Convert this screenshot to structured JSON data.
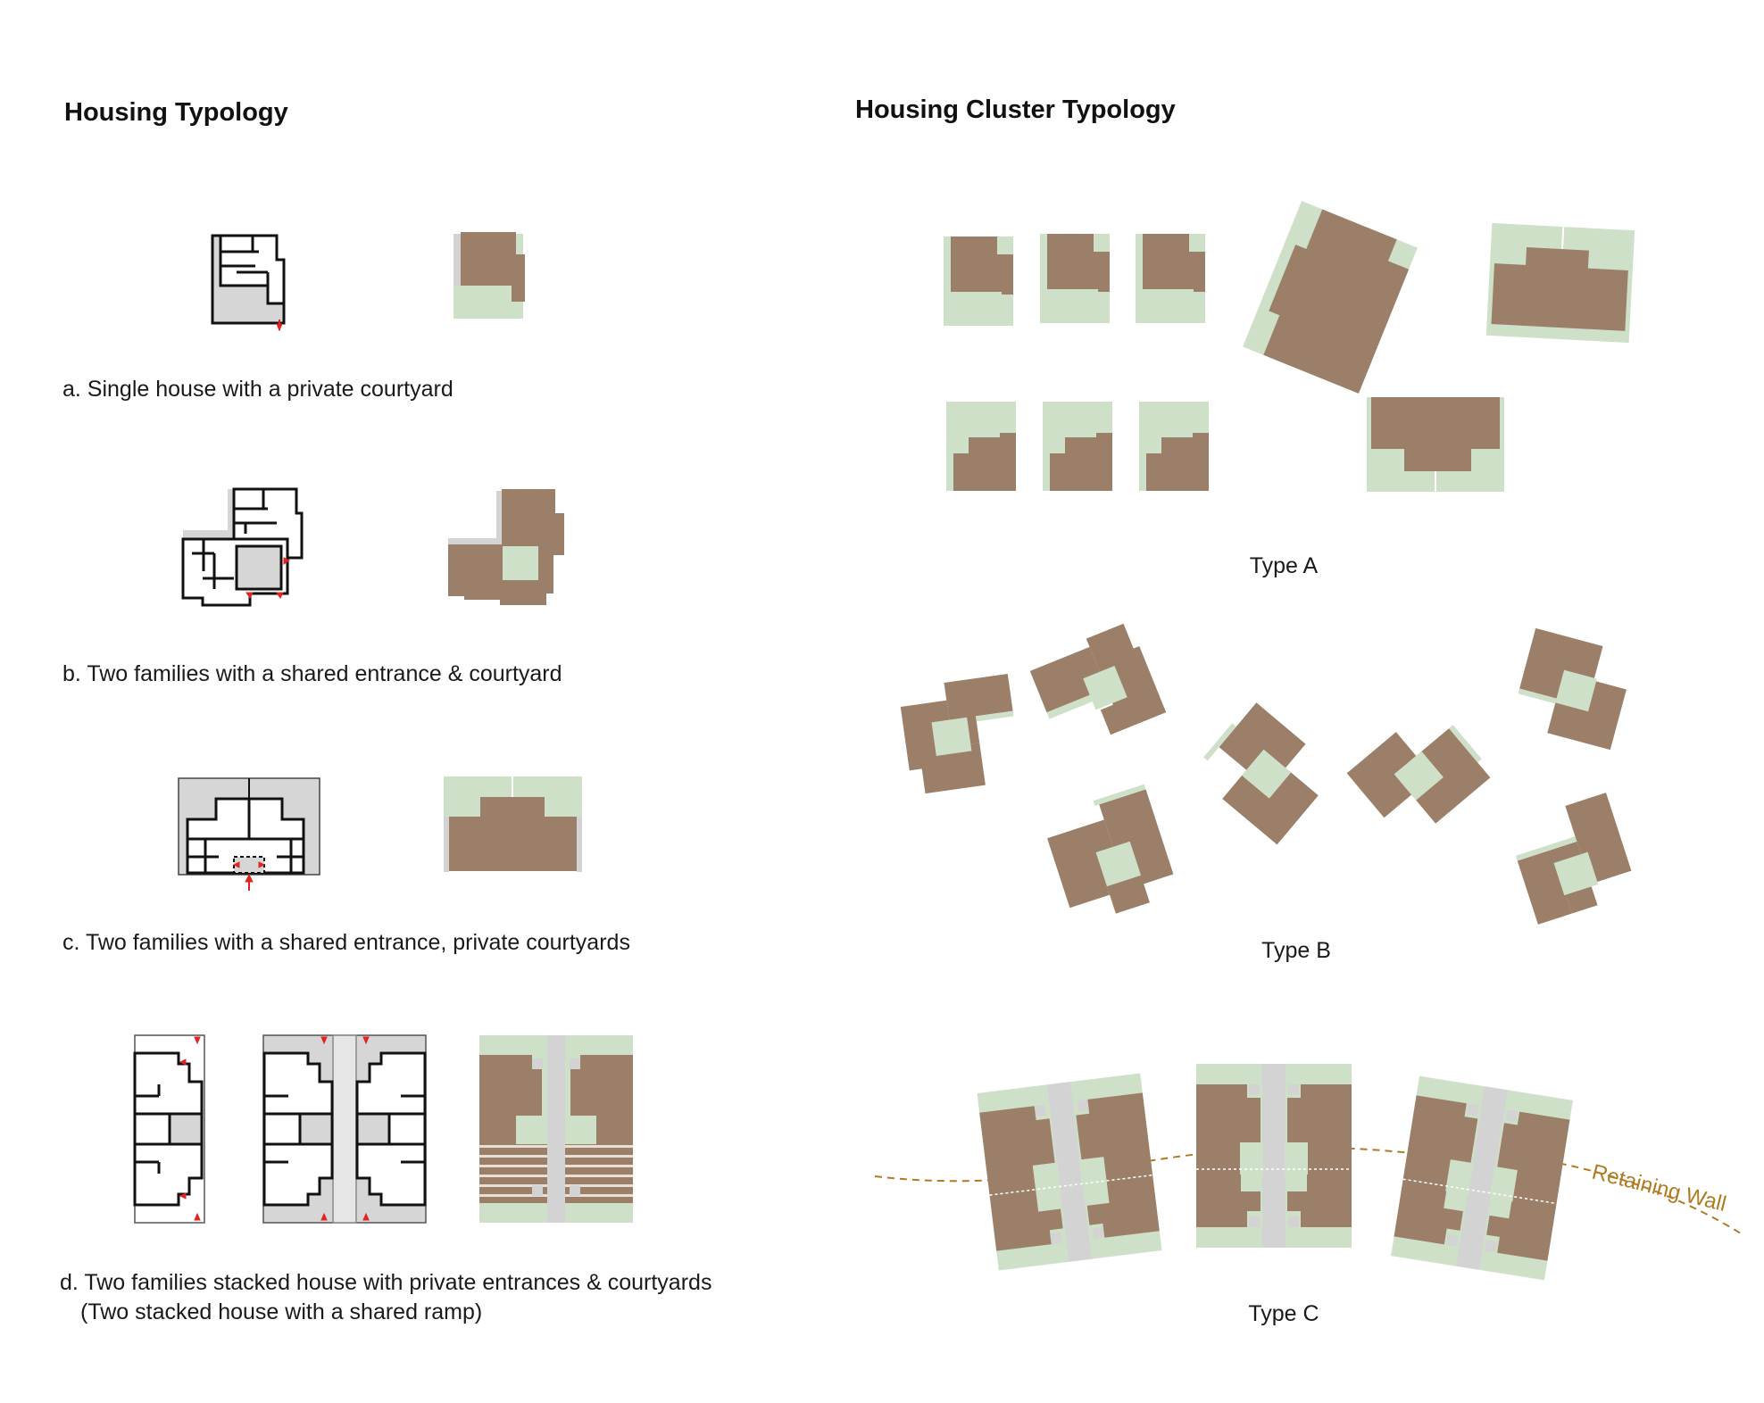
{
  "titles": {
    "left": "Housing Typology",
    "right": "Housing Cluster Typology"
  },
  "captions": {
    "a": "a. Single house with a private courtyard",
    "b": "b. Two families with a shared entrance & courtyard",
    "c": "c. Two families with a shared entrance, private courtyards",
    "d1": "d. Two families stacked house with private entrances & courtyards",
    "d2": "(Two stacked house with a shared ramp)"
  },
  "cluster_labels": {
    "type_a": "Type A",
    "type_b": "Type B",
    "type_c": "Type C",
    "retaining_wall": "Retaining Wall"
  },
  "colors": {
    "house": "#9b7f68",
    "courtyard": "#cfe0c9",
    "ramp": "#d3d3d3",
    "plan_fill": "#d6d6d6",
    "plan_line": "#111111",
    "entrance_arrow": "#e02424",
    "retaining_wall": "#b07a22"
  }
}
